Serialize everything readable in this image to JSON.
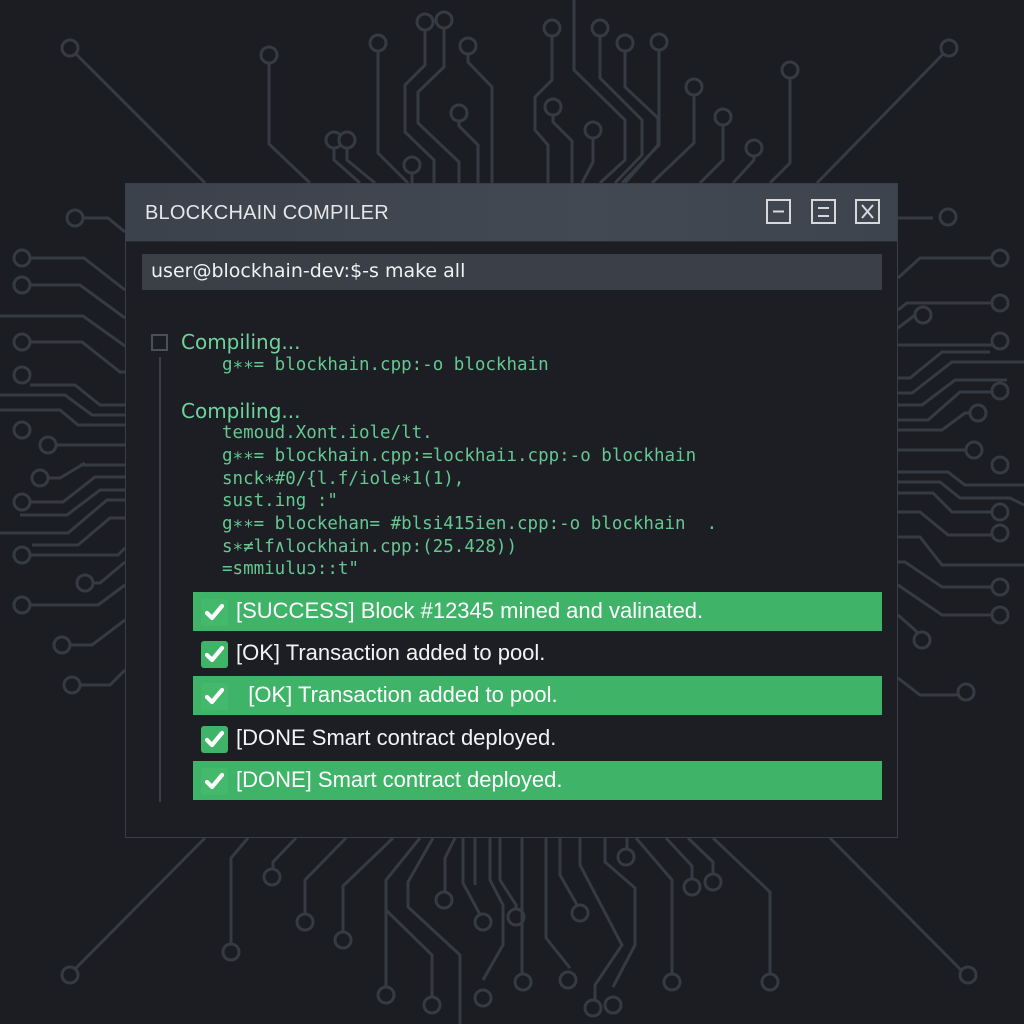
{
  "window": {
    "title": "BLOCKCHAIN COMPILER",
    "controls": {
      "minimize": "minimize",
      "maximize": "maximize",
      "close": "close"
    }
  },
  "command_bar": {
    "value": "user@blockhain-dev:$-s make all"
  },
  "output": {
    "section1": {
      "heading": "Compiling...",
      "lines": [
        "g∗∗= blockhain.cpp:-o blockhain"
      ]
    },
    "section2": {
      "heading": "Compiling...",
      "lines": [
        "temoud.Xont.iole/lt.",
        "g∗∗= blockhain.cpp:=lockhaiı.cpp:-o blockhain",
        "snck∗#0/{l.f/iole∗1(1),",
        "sust.ing :\"",
        "g∗∗= blockehan= #blsi415ien.cpp:-o blockhain  .",
        "s∗≠lf∧lockhain.cpp:(25.428))",
        "=smmiuluɔ::t\""
      ]
    },
    "status_lines": [
      {
        "text": "[SUCCESS] Block #12345 mined and valinated.",
        "highlighted": true,
        "icon": "check-icon"
      },
      {
        "text": "[OK] Transaction added to pool.",
        "highlighted": false,
        "icon": "check-icon"
      },
      {
        "text": "  [OK] Transaction added to pool.",
        "highlighted": true,
        "icon": "check-icon"
      },
      {
        "text": "[DONE Smart contract deployed.",
        "highlighted": false,
        "icon": "check-icon"
      },
      {
        "text": "[DONE] Smart contract deployed.",
        "highlighted": true,
        "icon": "check-icon"
      }
    ]
  },
  "colors": {
    "background": "#1b1d22",
    "titlebar": "#40464f",
    "terminal_text_green": "#6ccf98",
    "success_green": "#3fb468",
    "circuit_lines": "#363a42"
  }
}
